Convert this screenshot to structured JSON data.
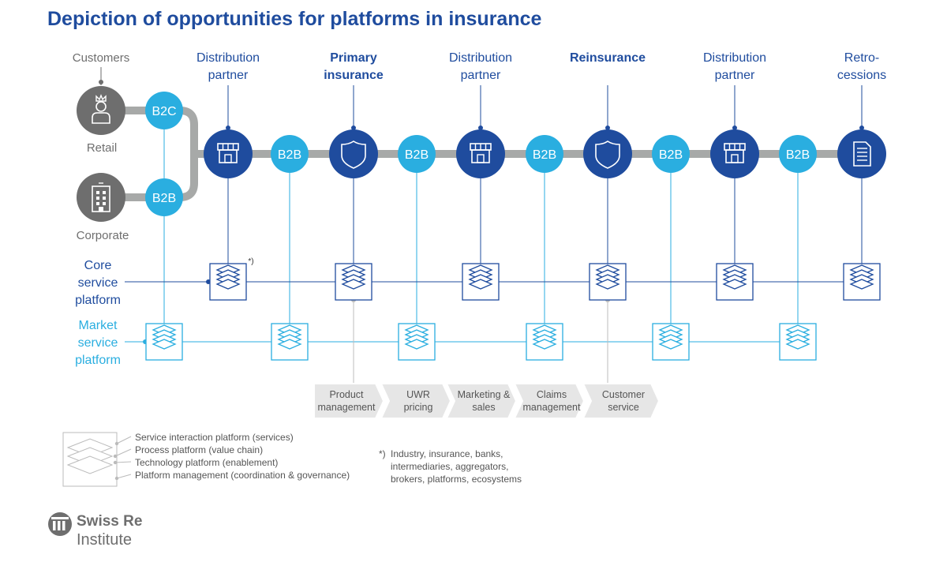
{
  "title": "Depiction of opportunities for platforms in insurance",
  "colors": {
    "title": "#1f4c9e",
    "dark_blue": "#1f4c9e",
    "light_blue": "#2aaee0",
    "grey": "#6e6e6e",
    "pipe": "#a7a9a8"
  },
  "customers": {
    "header": "Customers",
    "retail_label": "Retail",
    "corporate_label": "Corporate",
    "retail_icon": "person-icon",
    "corporate_icon": "building-icon"
  },
  "chain_nodes": [
    {
      "id": "distribution-1",
      "label_lines": [
        "Distribution",
        "partner"
      ],
      "bold": false,
      "icon": "shop-icon",
      "kind": "dark"
    },
    {
      "id": "b2b-1",
      "text": "B2B",
      "kind": "light"
    },
    {
      "id": "primary-insurance",
      "label_lines": [
        "Primary",
        "insurance"
      ],
      "bold": true,
      "icon": "shield-icon",
      "kind": "dark"
    },
    {
      "id": "b2b-2",
      "text": "B2B",
      "kind": "light"
    },
    {
      "id": "distribution-2",
      "label_lines": [
        "Distribution",
        "partner"
      ],
      "bold": false,
      "icon": "shop-icon",
      "kind": "dark"
    },
    {
      "id": "b2b-3",
      "text": "B2B",
      "kind": "light"
    },
    {
      "id": "reinsurance",
      "label_lines": [
        "Reinsurance"
      ],
      "bold": true,
      "icon": "shield-icon",
      "kind": "dark"
    },
    {
      "id": "b2b-4",
      "text": "B2B",
      "kind": "light"
    },
    {
      "id": "distribution-3",
      "label_lines": [
        "Distribution",
        "partner"
      ],
      "bold": false,
      "icon": "shop-icon",
      "kind": "dark"
    },
    {
      "id": "b2b-5",
      "text": "B2B",
      "kind": "light"
    },
    {
      "id": "retrocessions",
      "label_lines": [
        "Retro-",
        "cessions"
      ],
      "bold": false,
      "icon": "document-icon",
      "kind": "dark"
    }
  ],
  "customer_badges": {
    "b2c": "B2C",
    "b2b": "B2B"
  },
  "rows": {
    "core_lines": [
      "Core",
      "service",
      "platform"
    ],
    "market_lines": [
      "Market",
      "service",
      "platform"
    ]
  },
  "footnote_marker": "*)",
  "process_steps": [
    [
      "Product",
      "management"
    ],
    [
      "UWR",
      "pricing"
    ],
    [
      "Marketing &",
      "sales"
    ],
    [
      "Claims",
      "management"
    ],
    [
      "Customer",
      "service"
    ]
  ],
  "legend": {
    "items": [
      "Service interaction platform (services)",
      "Process platform (value chain)",
      "Technology platform (enablement)",
      "Platform management (coordination & governance)"
    ]
  },
  "footnote": {
    "marker": "*)",
    "lines": [
      "Industry, insurance, banks,",
      "intermediaries, aggregators,",
      "brokers, platforms, ecosystems"
    ]
  },
  "logo": {
    "name": "Swiss Re",
    "sub": "Institute"
  }
}
